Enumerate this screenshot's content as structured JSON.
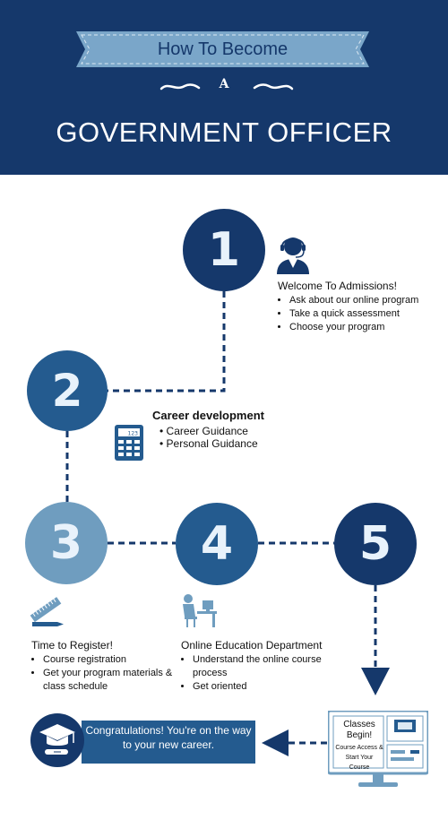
{
  "header": {
    "ribbon_text": "How To Become",
    "article": "A",
    "title": "GOVERNMENT OFFICER"
  },
  "steps": [
    {
      "number": "1",
      "title": "Welcome To Admissions!",
      "bullets": [
        "Ask about our online program",
        "Take a quick assessment",
        "Choose your program"
      ],
      "icon": "headset-agent-icon"
    },
    {
      "number": "2",
      "title": "Career development",
      "bullets": [
        "Career Guidance",
        "Personal Guidance"
      ],
      "icon": "calculator-icon",
      "calc_display": "123"
    },
    {
      "number": "3",
      "title": "Time to Register!",
      "bullets": [
        "Course registration",
        "Get your program materials & class schedule"
      ],
      "icon": "ruler-pencil-icon"
    },
    {
      "number": "4",
      "title": "Online Education Department",
      "bullets": [
        "Understand the online course process",
        "Get oriented"
      ],
      "icon": "student-desk-icon"
    },
    {
      "number": "5",
      "screen_title": "Classes Begin!",
      "screen_subtitle": "Course Access & Start Your Course",
      "icon": "monitor-icon"
    }
  ],
  "congrats": {
    "line1": "Congratulations! You're on the way",
    "line2": "to your new career."
  },
  "colors": {
    "navy": "#15386b",
    "mid_blue": "#245b8f",
    "light_blue": "#6f9dbf",
    "ribbon": "#7aa6c9"
  }
}
